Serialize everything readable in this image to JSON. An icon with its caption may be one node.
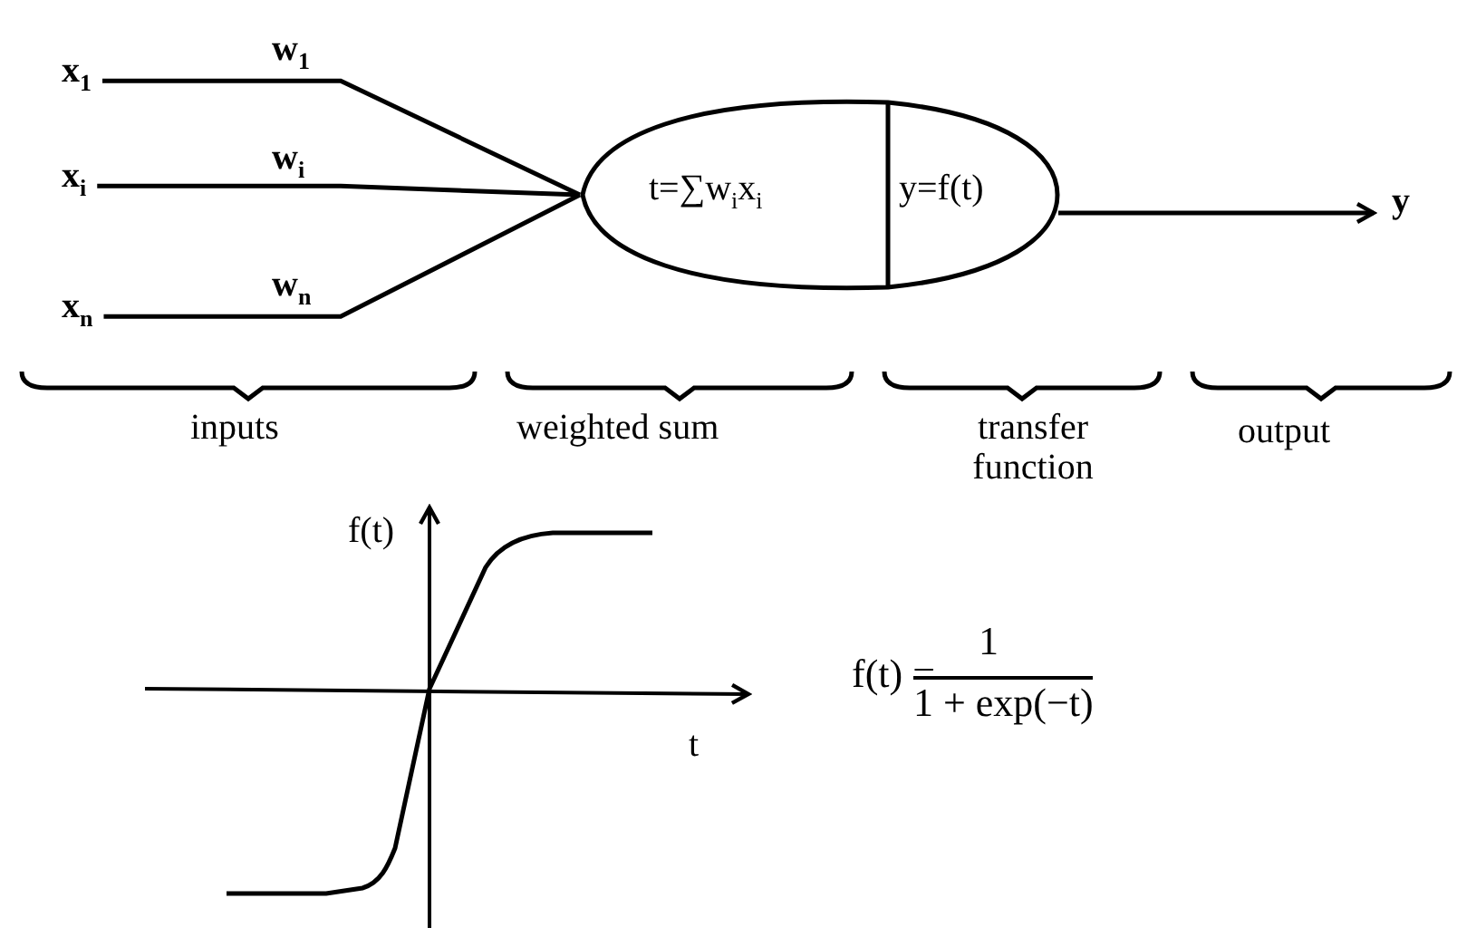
{
  "diagram": {
    "nodes": [
      {
        "text": [
          "x$_{1}$"
        ]
      },
      {
        "text": [
          "x$_{i}$"
        ]
      },
      {
        "text": [
          "x$_{n}$"
        ]
      },
      {
        "text": [
          "t=∑w$_{i}$x$_{i}$",
          "y=f(t)"
        ]
      },
      {
        "text": [
          "y"
        ]
      }
    ],
    "edges": [
      {
        "from": 0,
        "to": 3,
        "arrow": "none",
        "label": "w$_{1}$"
      },
      {
        "from": 1,
        "to": 3,
        "arrow": "none",
        "label": "w$_{i}$"
      },
      {
        "from": 2,
        "to": 3,
        "arrow": "none",
        "label": "w$_{n}$"
      },
      {
        "from": 3,
        "to": 4,
        "arrow": "to"
      }
    ],
    "labels": [
      "inputs",
      "weighted sum",
      "transfer function",
      "output",
      "f(t)",
      "t",
      "f(t) =",
      "1",
      "1 + exp(−t)"
    ]
  }
}
